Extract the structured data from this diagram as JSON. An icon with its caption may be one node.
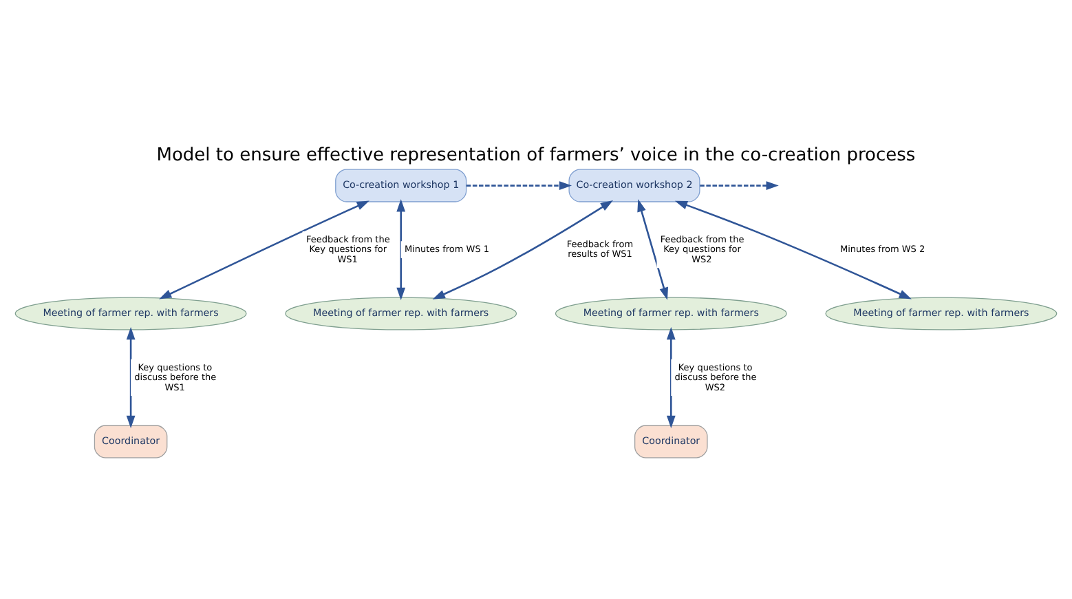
{
  "diagram": {
    "title": "Model to ensure effective representation of farmers’ voice in the co-creation process",
    "nodes": [
      {
        "text": [
          "Co-creation workshop 1"
        ]
      },
      {
        "text": [
          "Co-creation workshop 2"
        ]
      },
      {
        "text": [
          "Meeting of farmer rep. with farmers"
        ]
      },
      {
        "text": [
          "Meeting of farmer rep. with farmers"
        ]
      },
      {
        "text": [
          "Meeting of farmer rep. with farmers"
        ]
      },
      {
        "text": [
          "Meeting of farmer rep. with farmers"
        ]
      },
      {
        "text": [
          "Coordinator"
        ]
      },
      {
        "text": [
          "Coordinator"
        ]
      }
    ],
    "edges": [
      {
        "from": 0,
        "to": 1,
        "arrow": "to",
        "style": "dashed"
      },
      {
        "from": 1,
        "to": null,
        "arrow": "to",
        "style": "dashed"
      },
      {
        "from": 6,
        "to": 2,
        "arrow": "both",
        "label": "Key questions to discuss before the WS1"
      },
      {
        "from": 2,
        "to": 0,
        "arrow": "both",
        "label": "Feedback from the Key questions for WS1"
      },
      {
        "from": 0,
        "to": 3,
        "arrow": "both",
        "label": "Minutes from WS 1"
      },
      {
        "from": 3,
        "to": 1,
        "arrow": "both",
        "label": "Feedback from results of WS1"
      },
      {
        "from": 4,
        "to": 1,
        "arrow": "both",
        "label": "Feedback from the Key questions for WS2"
      },
      {
        "from": 7,
        "to": 4,
        "arrow": "both",
        "label": "Key questions to discuss before the WS2"
      },
      {
        "from": 1,
        "to": 5,
        "arrow": "both",
        "label": "Minutes from WS 2"
      }
    ]
  }
}
